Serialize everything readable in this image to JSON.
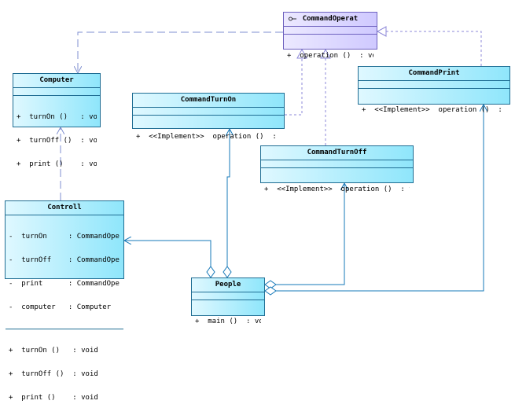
{
  "diagram": {
    "type": "uml-class-diagram",
    "classes": {
      "command_operat": {
        "name": "CommandOperat",
        "attributes": [],
        "operations": [
          "+  operation ()  : void"
        ]
      },
      "computer": {
        "name": "Computer",
        "attributes": [],
        "operations": [
          "+  turnOn ()   : void",
          "+  turnOff ()  : void",
          "+  print ()    : void"
        ]
      },
      "command_turn_on": {
        "name": "CommandTurnOn",
        "attributes": [],
        "operations": [
          "+  <<Implement>>  operation ()  : void"
        ]
      },
      "command_print": {
        "name": "CommandPrint",
        "attributes": [],
        "operations": [
          "+  <<Implement>>  operation ()  : void"
        ]
      },
      "command_turn_off": {
        "name": "CommandTurnOff",
        "attributes": [],
        "operations": [
          "+  <<Implement>>  operation ()  : void"
        ]
      },
      "controll": {
        "name": "Controll",
        "attributes": [
          "-  turnOn     : CommandOperat",
          "-  turnOff    : CommandOperat",
          "-  print      : CommandOperat",
          "-  computer   : Computer"
        ],
        "operations": [
          "+  turnOn ()   : void",
          "+  turnOff ()  : void",
          "+  print ()    : void"
        ]
      },
      "people": {
        "name": "People",
        "attributes": [],
        "operations": [
          "+  main ()  : void"
        ]
      }
    },
    "relationships": [
      {
        "from": "command_turn_on",
        "to": "command_operat",
        "kind": "realization"
      },
      {
        "from": "command_turn_off",
        "to": "command_operat",
        "kind": "realization"
      },
      {
        "from": "command_print",
        "to": "command_operat",
        "kind": "realization"
      },
      {
        "from": "command_operat",
        "to": "computer",
        "kind": "dependency"
      },
      {
        "from": "controll",
        "to": "computer",
        "kind": "dependency"
      },
      {
        "from": "people",
        "to": "controll",
        "kind": "aggregation"
      },
      {
        "from": "people",
        "to": "command_turn_on",
        "kind": "aggregation"
      },
      {
        "from": "people",
        "to": "command_turn_off",
        "kind": "aggregation"
      },
      {
        "from": "people",
        "to": "command_print",
        "kind": "aggregation"
      }
    ]
  },
  "colors": {
    "class_border": "#1f6d93",
    "class_fill_start": "#dff8ff",
    "class_fill_end": "#8fe6fb",
    "interface_border": "#6e62bf",
    "interface_fill_start": "#ece9ff",
    "interface_fill_end": "#cfc9ff",
    "association_line": "#1678b8",
    "dependency_line": "#7f8fd0",
    "realization_line": "#8d88d8"
  },
  "icons": {
    "interface_marker": "interface-icon"
  }
}
